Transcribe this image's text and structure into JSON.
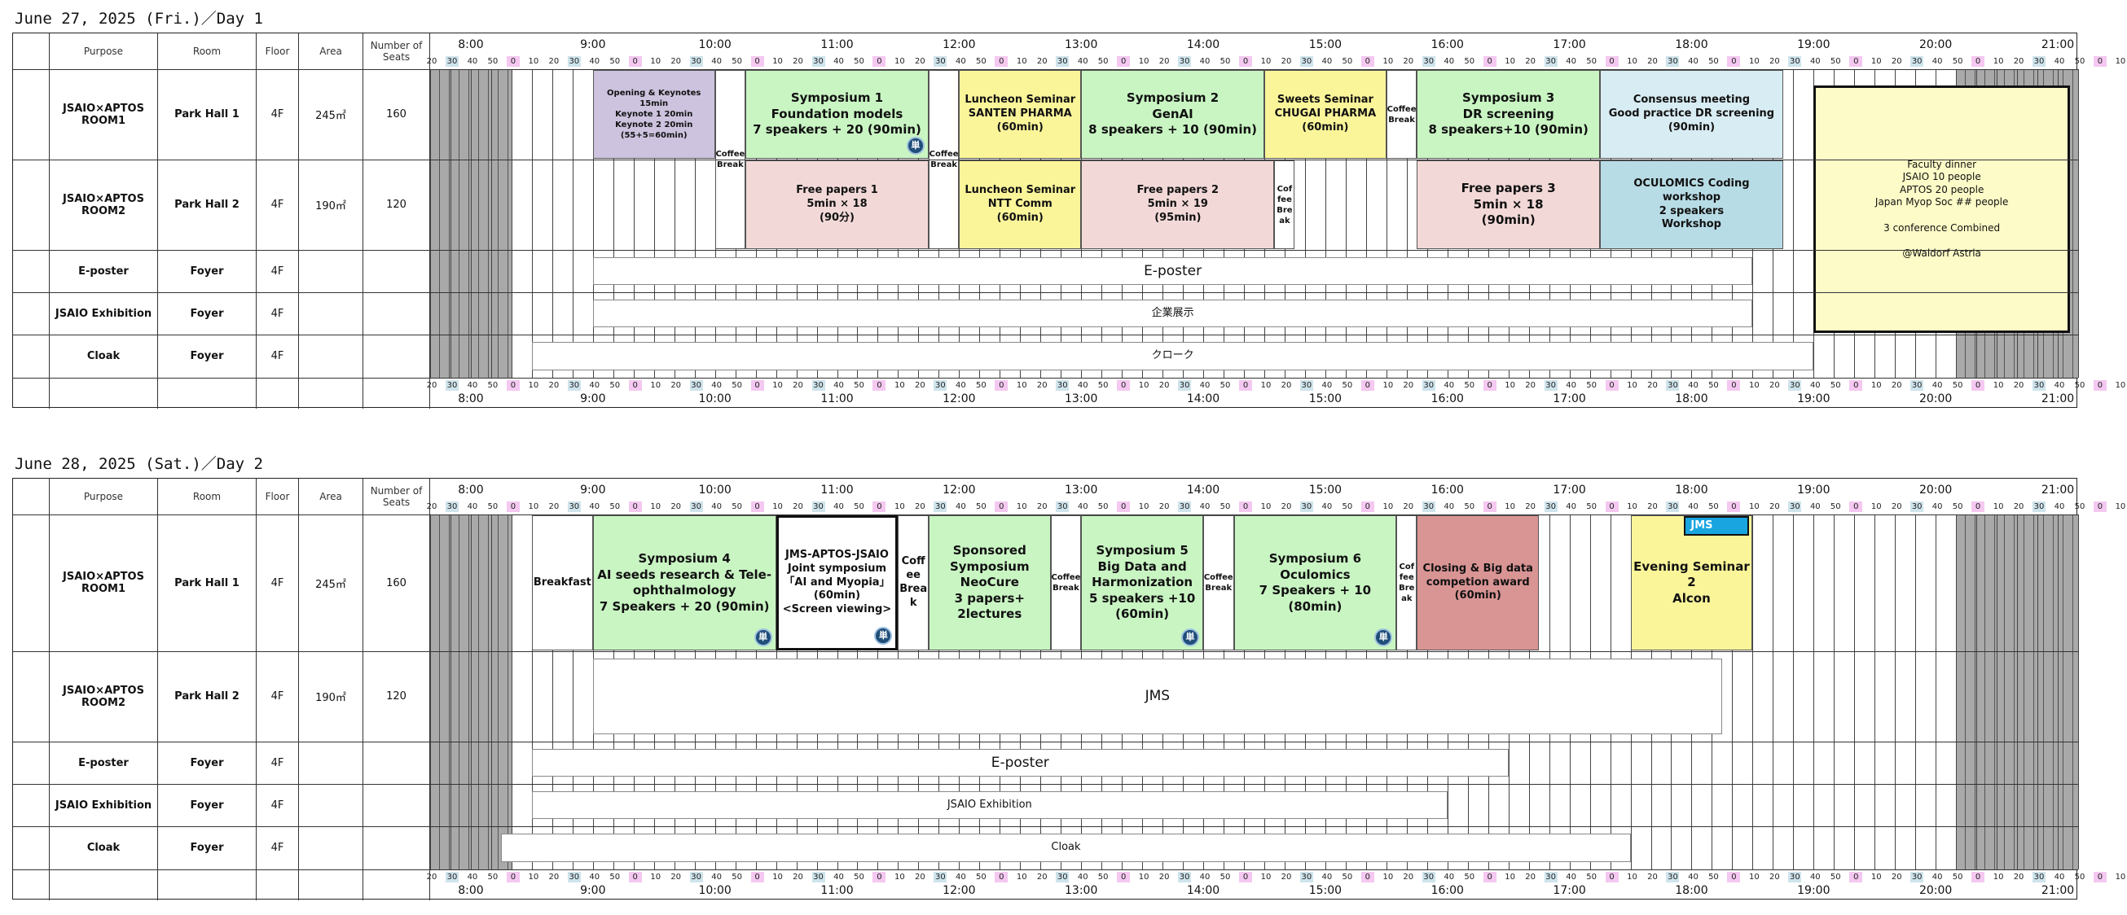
{
  "columns": {
    "purpose": "Purpose",
    "room": "Room",
    "floor": "Floor",
    "area": "Area",
    "seats": "Number of Seats"
  },
  "hours": [
    "8:00",
    "9:00",
    "10:00",
    "11:00",
    "12:00",
    "13:00",
    "14:00",
    "15:00",
    "16:00",
    "17:00",
    "18:00",
    "19:00",
    "20:00",
    "21:00"
  ],
  "minute_ticks": [
    "20",
    "30",
    "40",
    "50",
    "0",
    "10",
    "20",
    "30",
    "40",
    "50",
    "0",
    "10",
    "20",
    "30",
    "40",
    "50",
    "0",
    "10",
    "20",
    "30",
    "40",
    "50",
    "0",
    "10",
    "20",
    "30",
    "40",
    "50",
    "0",
    "10",
    "20",
    "30",
    "40",
    "50",
    "0",
    "10",
    "20",
    "30",
    "40",
    "50",
    "0",
    "10",
    "20",
    "30",
    "40",
    "50",
    "0",
    "10",
    "20",
    "30",
    "40",
    "50",
    "0",
    "10",
    "20",
    "30",
    "40",
    "50",
    "0",
    "10",
    "20",
    "30",
    "40",
    "50",
    "0",
    "10",
    "20",
    "30",
    "40",
    "50",
    "0",
    "10",
    "20",
    "30",
    "40",
    "50",
    "0",
    "10",
    "20",
    "30",
    "40",
    "50",
    "0",
    "10"
  ],
  "colors": {
    "green": "#c9f5c3",
    "purple": "#cdc3de",
    "yellow": "#fbf59a",
    "pink": "#f2d9d8",
    "blue": "#b8dce6",
    "red": "#d99494",
    "badge": "#1f4e79",
    "jms": "#19a5e0"
  },
  "days": [
    {
      "title": "June 27, 2025 (Fri.)／Day 1",
      "rows": [
        {
          "purpose": "JSAIO×APTOS ROOM1",
          "room": "Park Hall 1",
          "floor": "4F",
          "area": "245㎡",
          "seats": "160"
        },
        {
          "purpose": "JSAIO×APTOS ROOM2",
          "room": "Park Hall 2",
          "floor": "4F",
          "area": "190㎡",
          "seats": "120"
        },
        {
          "purpose": "E-poster",
          "room": "Foyer",
          "floor": "4F",
          "area": "",
          "seats": ""
        },
        {
          "purpose": "JSAIO Exhibition",
          "room": "Foyer",
          "floor": "4F",
          "area": "",
          "seats": ""
        },
        {
          "purpose": "Cloak",
          "room": "Foyer",
          "floor": "4F",
          "area": "",
          "seats": ""
        }
      ],
      "events": [
        {
          "text": "Opening  & Keynotes\n15min\nKeynote 1 20min\nKeynote 2 20min\n(55+5=60min)",
          "start": 9.0,
          "end": 10.0,
          "row": 0,
          "span": 1,
          "color": "purple",
          "size": "small"
        },
        {
          "text": "Coffee\nBreak",
          "start": 10.0,
          "end": 10.25,
          "row": 0,
          "span": 2,
          "color": "white",
          "size": "small"
        },
        {
          "text": "Symposium 1\nFoundation models\n7 speakers + 20 (90min)",
          "start": 10.25,
          "end": 11.75,
          "row": 0,
          "span": 1,
          "color": "green",
          "size": "big",
          "badge": "単"
        },
        {
          "text": "Free papers 1\n5min × 18\n(90分)",
          "start": 10.25,
          "end": 11.75,
          "row": 1,
          "span": 1,
          "color": "pink",
          "size": "norm"
        },
        {
          "text": "Coffee\nBreak",
          "start": 11.75,
          "end": 12.0,
          "row": 0,
          "span": 2,
          "color": "white",
          "size": "small"
        },
        {
          "text": "Luncheon Seminar\nSANTEN PHARMA\n(60min)",
          "start": 12.0,
          "end": 13.0,
          "row": 0,
          "span": 1,
          "color": "yellow",
          "size": "norm"
        },
        {
          "text": "Luncheon Seminar\nNTT Comm\n(60min)",
          "start": 12.0,
          "end": 13.0,
          "row": 1,
          "span": 1,
          "color": "yellow",
          "size": "norm"
        },
        {
          "text": "Symposium 2\nGenAI\n8 speakers + 10 (90min)",
          "start": 13.0,
          "end": 14.5,
          "row": 0,
          "span": 1,
          "color": "green",
          "size": "big"
        },
        {
          "text": "Free papers 2\n5min × 19\n(95min)",
          "start": 13.0,
          "end": 14.583,
          "row": 1,
          "span": 1,
          "color": "pink",
          "size": "norm"
        },
        {
          "text": "Sweets Seminar\nCHUGAI PHARMA\n(60min)",
          "start": 14.5,
          "end": 15.5,
          "row": 0,
          "span": 1,
          "color": "yellow",
          "size": "norm"
        },
        {
          "text": "Cof\nfee\nBre\nak",
          "start": 14.583,
          "end": 14.75,
          "row": 1,
          "span": 1,
          "color": "white",
          "size": "small"
        },
        {
          "text": "Coffee\nBreak",
          "start": 15.5,
          "end": 15.75,
          "row": 0,
          "span": 1,
          "color": "white",
          "size": "small"
        },
        {
          "text": "Symposium 3\nDR screening\n8 speakers+10 (90min)",
          "start": 15.75,
          "end": 17.25,
          "row": 0,
          "span": 1,
          "color": "green",
          "size": "big"
        },
        {
          "text": "Free papers 3\n5min × 18\n(90min)",
          "start": 15.75,
          "end": 17.25,
          "row": 1,
          "span": 1,
          "color": "pink",
          "size": "big"
        },
        {
          "text": "Consensus meeting\nGood practice DR screening\n(90min)",
          "start": 17.25,
          "end": 18.75,
          "row": 0,
          "span": 1,
          "color": "lblue",
          "size": "norm"
        },
        {
          "text": "OCULOMICS Coding\nworkshop\n2 speakers\nWorkshop",
          "start": 17.25,
          "end": 18.75,
          "row": 1,
          "span": 1,
          "color": "blue",
          "size": "norm"
        },
        {
          "text": "E-poster",
          "start": 9.0,
          "end": 18.5,
          "row": 2,
          "span": 1,
          "color": "white",
          "size": "plain"
        },
        {
          "text": "企業展示",
          "start": 9.0,
          "end": 18.5,
          "row": 3,
          "span": 1,
          "color": "white",
          "size": "plainsm"
        },
        {
          "text": "クローク",
          "start": 8.5,
          "end": 19.0,
          "row": 4,
          "span": 1,
          "color": "white",
          "size": "plainsm"
        }
      ],
      "dinner": {
        "text": "Faculty dinner\nJSAIO 10 people\nAPTOS 20 people\nJapan Myop Soc ## people\n\n3 conference Combined\n\n@Waldorf Astria",
        "start": 19.0,
        "end": 21.1
      }
    },
    {
      "title": "June 28, 2025 (Sat.)／Day 2",
      "rows": [
        {
          "purpose": "JSAIO×APTOS ROOM1",
          "room": "Park Hall 1",
          "floor": "4F",
          "area": "245㎡",
          "seats": "160"
        },
        {
          "purpose": "JSAIO×APTOS ROOM2",
          "room": "Park Hall 2",
          "floor": "4F",
          "area": "190㎡",
          "seats": "120"
        },
        {
          "purpose": "E-poster",
          "room": "Foyer",
          "floor": "4F",
          "area": "",
          "seats": ""
        },
        {
          "purpose": "JSAIO Exhibition",
          "room": "Foyer",
          "floor": "4F",
          "area": "",
          "seats": ""
        },
        {
          "purpose": "Cloak",
          "room": "Foyer",
          "floor": "4F",
          "area": "",
          "seats": ""
        }
      ],
      "events": [
        {
          "text": "Breakfast",
          "start": 8.5,
          "end": 9.0,
          "row": 0,
          "span": 1,
          "color": "white",
          "size": "norm"
        },
        {
          "text": "Symposium 4\nAI seeds research & Tele-\nophthalmology\n7 Speakers + 20 (90min)",
          "start": 9.0,
          "end": 10.5,
          "row": 0,
          "span": 1,
          "color": "green",
          "size": "big",
          "badge": "単"
        },
        {
          "text": "JMS-APTOS-JSAIO\nJoint symposium\n「AI and Myopia」\n(60min)\n<Screen viewing>",
          "start": 10.5,
          "end": 11.5,
          "row": 0,
          "span": 1,
          "color": "white",
          "size": "norm",
          "thick": true,
          "badge": "単"
        },
        {
          "text": "Coff\nee\nBrea\nk",
          "start": 11.5,
          "end": 11.75,
          "row": 0,
          "span": 1,
          "color": "white",
          "size": "norm"
        },
        {
          "text": "Sponsored\nSymposium\nNeoCure\n3 papers+\n2lectures",
          "start": 11.75,
          "end": 12.75,
          "row": 0,
          "span": 1,
          "color": "green",
          "size": "big"
        },
        {
          "text": "Coffee\nBreak",
          "start": 12.75,
          "end": 13.0,
          "row": 0,
          "span": 1,
          "color": "white",
          "size": "small"
        },
        {
          "text": "Symposium 5\nBig Data and\nHarmonization\n5 speakers +10\n(60min)",
          "start": 13.0,
          "end": 14.0,
          "row": 0,
          "span": 1,
          "color": "green",
          "size": "big",
          "badge": "単"
        },
        {
          "text": "Coffee\nBreak",
          "start": 14.0,
          "end": 14.25,
          "row": 0,
          "span": 1,
          "color": "white",
          "size": "small"
        },
        {
          "text": "Symposium 6\nOculomics\n7 Speakers + 10\n(80min)",
          "start": 14.25,
          "end": 15.583,
          "row": 0,
          "span": 1,
          "color": "green",
          "size": "big",
          "badge": "単"
        },
        {
          "text": "Cof\nfee\nBre\nak",
          "start": 15.583,
          "end": 15.75,
          "row": 0,
          "span": 1,
          "color": "white",
          "size": "small"
        },
        {
          "text": "Closing & Big data\ncompetion award\n(60min)",
          "start": 15.75,
          "end": 16.75,
          "row": 0,
          "span": 1,
          "color": "red",
          "size": "norm"
        },
        {
          "text": "Evening Seminar\n2\nAlcon",
          "start": 17.5,
          "end": 18.5,
          "row": 0,
          "span": 1,
          "color": "yellow",
          "size": "big",
          "tag": "JMS"
        },
        {
          "text": "JMS",
          "start": 9.0,
          "end": 18.25,
          "row": 1,
          "span": 1,
          "color": "white",
          "size": "plain"
        },
        {
          "text": "E-poster",
          "start": 8.5,
          "end": 16.5,
          "row": 2,
          "span": 1,
          "color": "white",
          "size": "plain"
        },
        {
          "text": "JSAIO Exhibition",
          "start": 8.5,
          "end": 16.0,
          "row": 3,
          "span": 1,
          "color": "white",
          "size": "plainsm"
        },
        {
          "text": "Cloak",
          "start": 8.25,
          "end": 17.5,
          "row": 4,
          "span": 1,
          "color": "white",
          "size": "plainsm"
        }
      ]
    }
  ]
}
